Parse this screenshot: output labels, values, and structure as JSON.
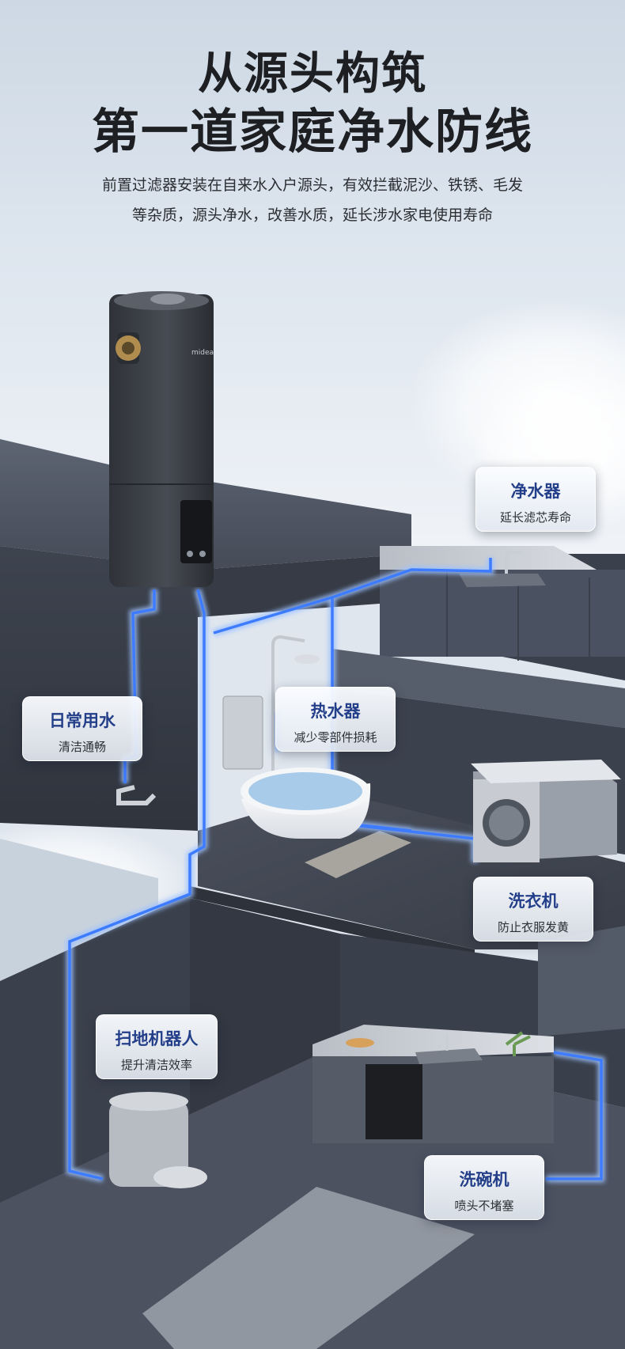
{
  "header": {
    "title_line1": "从源头构筑",
    "title_line2": "第一道家庭净水防线",
    "desc_line1": "前置过滤器安装在自来水入户源头，有效拦截泥沙、铁锈、毛发",
    "desc_line2": "等杂质，源头净水，改善水质，延长涉水家电使用寿命"
  },
  "device": {
    "brand": "midea"
  },
  "labels": {
    "purifier": {
      "title": "净水器",
      "sub": "延长滤芯寿命"
    },
    "daily": {
      "title": "日常用水",
      "sub": "清洁通畅"
    },
    "heater": {
      "title": "热水器",
      "sub": "减少零部件损耗"
    },
    "washer": {
      "title": "洗衣机",
      "sub": "防止衣服发黄"
    },
    "robot": {
      "title": "扫地机器人",
      "sub": "提升清洁效率"
    },
    "dishwasher": {
      "title": "洗碗机",
      "sub": "喷头不堵塞"
    }
  },
  "colors": {
    "pipe": "#3d7bff",
    "pipe_glow": "#9cc1ff",
    "title_blue": "#243f8a"
  }
}
